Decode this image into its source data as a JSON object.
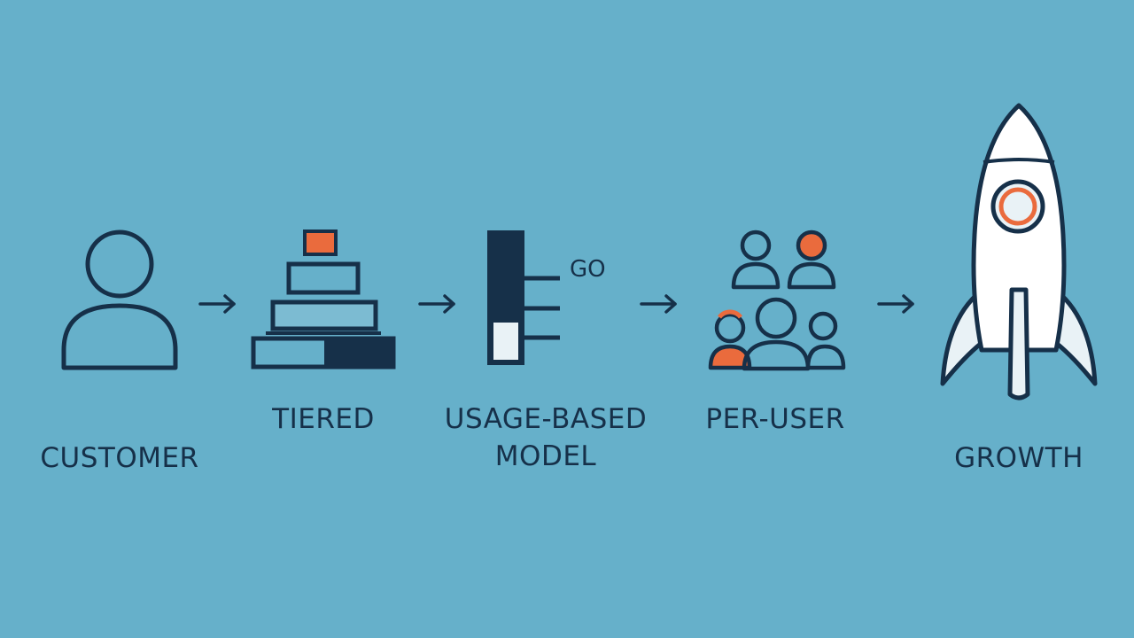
{
  "colors": {
    "background": "#66b0ca",
    "ink": "#163049",
    "accent": "#ea6b3d",
    "light": "#e9f2f6"
  },
  "steps": [
    {
      "label": "CUSTOMER",
      "icon": "person-icon"
    },
    {
      "label": "TIERED",
      "icon": "tiered-stack-icon"
    },
    {
      "label_line1": "USAGE-BASED",
      "label_line2": "MODEL",
      "icon": "usage-meter-icon",
      "meter_text": "GO"
    },
    {
      "label": "PER-USER",
      "icon": "user-group-icon"
    },
    {
      "label": "GROWTH",
      "icon": "rocket-icon"
    }
  ],
  "arrows": [
    "arrow-right-icon",
    "arrow-right-icon",
    "arrow-right-icon",
    "arrow-right-icon"
  ]
}
